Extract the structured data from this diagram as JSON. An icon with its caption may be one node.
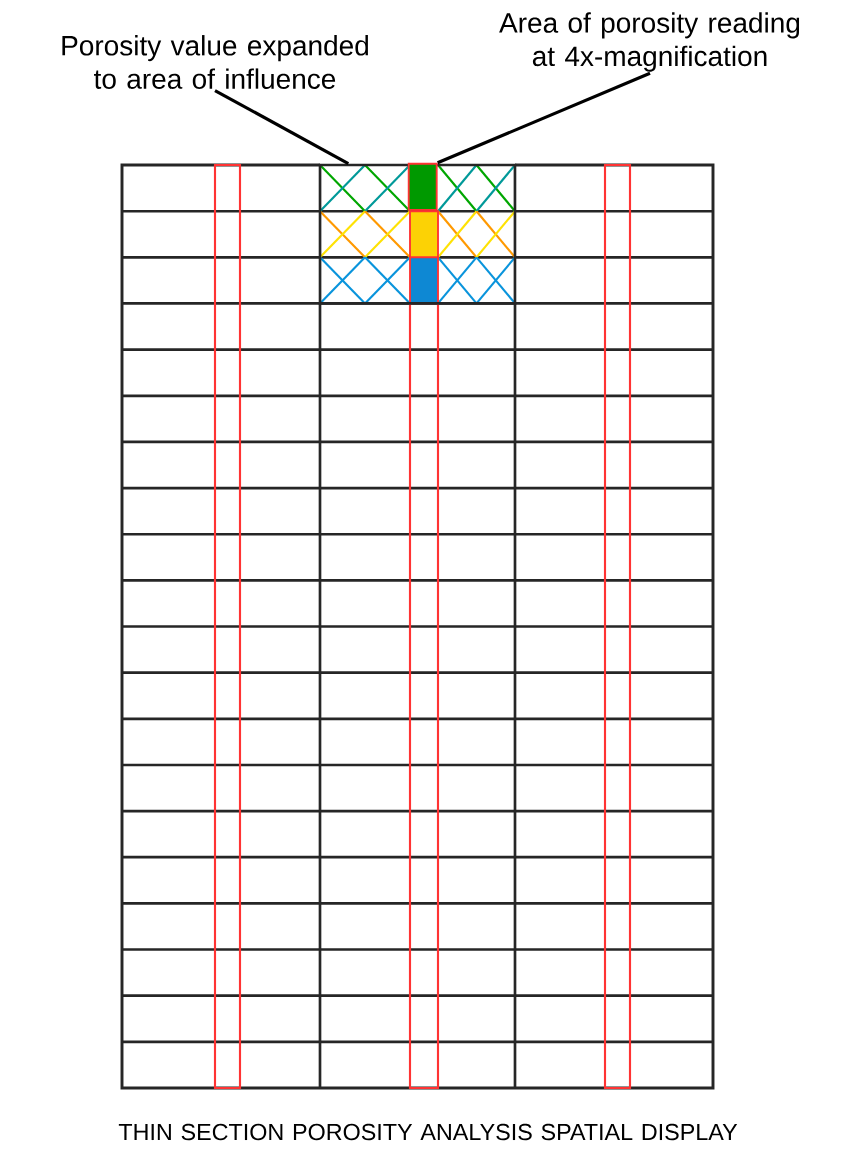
{
  "diagram": {
    "caption": "THIN SECTION POROSITY ANALYSIS SPATIAL DISPLAY",
    "nodes": [
      {
        "text": [
          "Porosity value expanded to area of influence"
        ]
      },
      {
        "text": [
          "Area of porosity reading at 4x-magnification"
        ]
      },
      {
        "text": [],
        "shape": "box"
      },
      {
        "text": [],
        "shape": "box",
        "in": 2
      }
    ],
    "edges": [
      {
        "from": 0,
        "to": 2,
        "arrow": "none"
      },
      {
        "from": 1,
        "to": 3,
        "arrow": "none"
      }
    ]
  }
}
